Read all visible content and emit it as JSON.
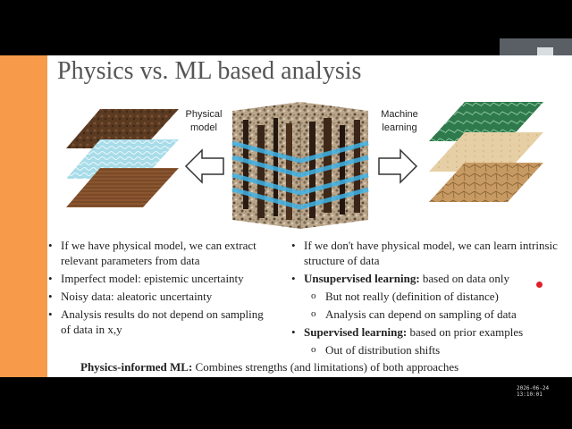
{
  "title": "Physics vs. ML based analysis",
  "labels": {
    "physical_model": "Physical model",
    "machine_learning": "Machine learning"
  },
  "left": [
    {
      "text": "If we have physical model, we can extract relevant parameters from data"
    },
    {
      "text": "Imperfect model: epistemic uncertainty"
    },
    {
      "text": "Noisy data: aleatoric uncertainty"
    },
    {
      "text": "Analysis results do not depend on sampling of data in x,y"
    }
  ],
  "right": [
    {
      "type": "main",
      "bold": "",
      "text": "If we don't have physical model, we can learn intrinsic structure of data"
    },
    {
      "type": "main",
      "bold": "Unsupervised learning:",
      "text": " based on data only"
    },
    {
      "type": "sub",
      "bold": "",
      "text": "But not really (definition of distance)"
    },
    {
      "type": "sub",
      "bold": "",
      "text": "Analysis can depend on sampling of data"
    },
    {
      "type": "main",
      "bold": "Supervised learning:",
      "text": " based on prior examples"
    },
    {
      "type": "sub",
      "bold": "",
      "text": "Out of distribution shifts"
    }
  ],
  "footer": {
    "bold": "Physics-informed ML:",
    "text": " Combines strengths (and limitations) of both approaches"
  },
  "timestamp": "2026-06-24 13:10:01",
  "colors": {
    "accent_bar": "#f79a4a",
    "cube_lines": "#3fb3e6"
  },
  "icons": {
    "bullet": "•",
    "sub_bullet": "o"
  }
}
